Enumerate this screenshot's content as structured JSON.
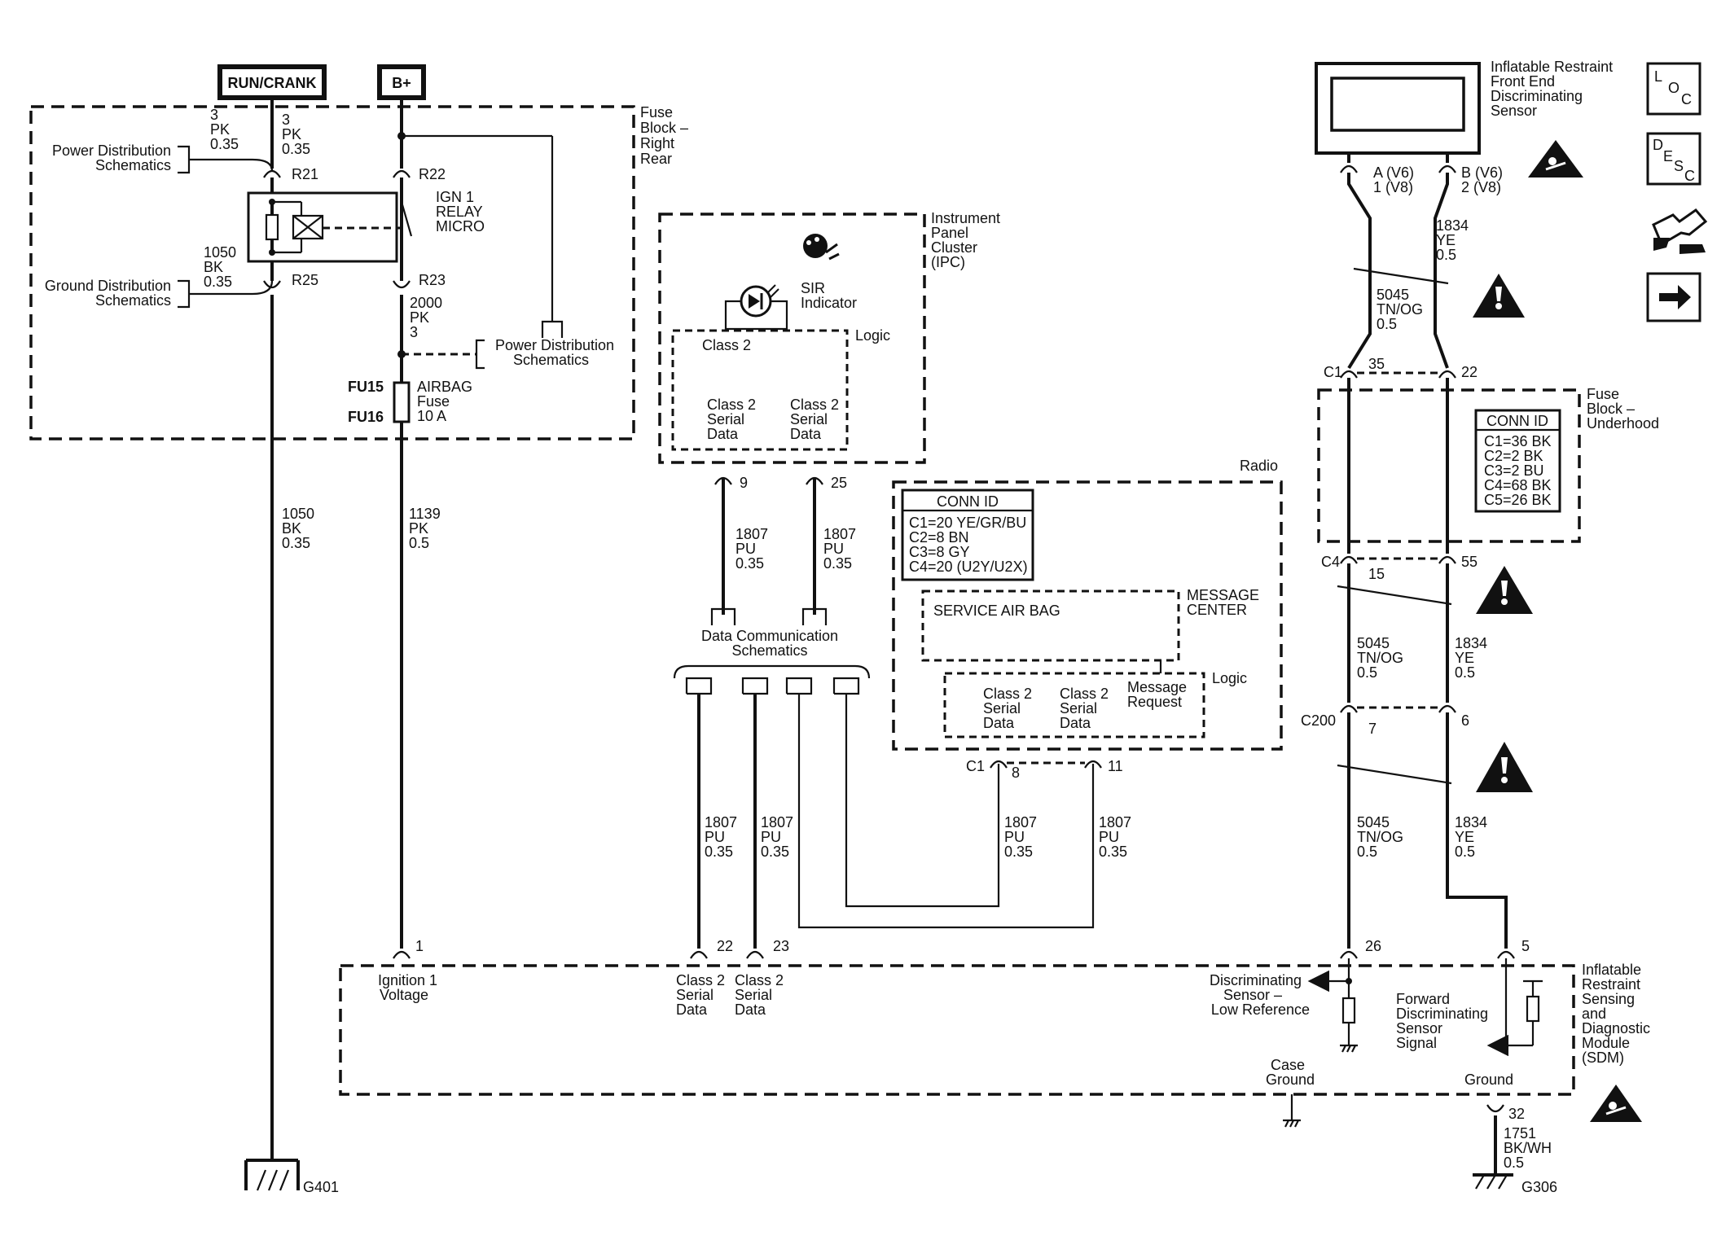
{
  "power": {
    "run_crank": "RUN/CRANK",
    "b_plus": "B+"
  },
  "fuse_block_rear": {
    "l1": "Fuse",
    "l2": "Block –",
    "l3": "Right",
    "l4": "Rear",
    "pds_left_1": "Power Distribution",
    "pds_left_2": "Schematics",
    "gds_1": "Ground Distribution",
    "gds_2": "Schematics",
    "w1_circuit": "3",
    "w1_color": "PK",
    "w1_size": "0.35",
    "w2_circuit": "3",
    "w2_color": "PK",
    "w2_size": "0.35",
    "w3_circuit": "1050",
    "w3_color": "BK",
    "w3_size": "0.35",
    "r21": "R21",
    "r22": "R22",
    "r25": "R25",
    "r23": "R23",
    "relay_1": "IGN 1",
    "relay_2": "RELAY",
    "relay_3": "MICRO",
    "w4_circuit": "2000",
    "w4_color": "PK",
    "w4_size": "3",
    "pds_right_1": "Power Distribution",
    "pds_right_2": "Schematics",
    "fu15": "FU15",
    "fu16": "FU16",
    "fuse_1": "AIRBAG",
    "fuse_2": "Fuse",
    "fuse_3": "10 A"
  },
  "left_wires": {
    "bk_circuit": "1050",
    "bk_color": "BK",
    "bk_size": "0.35",
    "pk_circuit": "1139",
    "pk_color": "PK",
    "pk_size": "0.5",
    "ground": "G401"
  },
  "ipc": {
    "l1": "Instrument",
    "l2": "Panel",
    "l3": "Cluster",
    "l4": "(IPC)",
    "sir_1": "SIR",
    "sir_2": "Indicator",
    "logic": "Logic",
    "class2": "Class 2",
    "sd_a_1": "Class 2",
    "sd_a_2": "Serial",
    "sd_a_3": "Data",
    "sd_b_1": "Class 2",
    "sd_b_2": "Serial",
    "sd_b_3": "Data",
    "pin_9": "9",
    "pin_25": "25"
  },
  "data_comm": {
    "w_a_circuit": "1807",
    "w_a_color": "PU",
    "w_a_size": "0.35",
    "w_b_circuit": "1807",
    "w_b_color": "PU",
    "w_b_size": "0.35",
    "label_1": "Data Communication",
    "label_2": "Schematics",
    "w_c_circuit": "1807",
    "w_c_color": "PU",
    "w_c_size": "0.35",
    "w_d_circuit": "1807",
    "w_d_color": "PU",
    "w_d_size": "0.35",
    "w_e_circuit": "1807",
    "w_e_color": "PU",
    "w_e_size": "0.35",
    "w_f_circuit": "1807",
    "w_f_color": "PU",
    "w_f_size": "0.35"
  },
  "radio": {
    "title": "Radio",
    "conn_title": "CONN ID",
    "conn_1": "C1=20 YE/GR/BU",
    "conn_2": "C2=8 BN",
    "conn_3": "C3=8 GY",
    "conn_4": "C4=20 (U2Y/U2X)",
    "message_1": "MESSAGE",
    "message_2": "CENTER",
    "service": "SERVICE AIR BAG",
    "logic": "Logic",
    "sd_a_1": "Class 2",
    "sd_a_2": "Serial",
    "sd_a_3": "Data",
    "sd_b_1": "Class 2",
    "sd_b_2": "Serial",
    "sd_b_3": "Data",
    "mr_1": "Message",
    "mr_2": "Request",
    "c1": "C1",
    "pin_8": "8",
    "pin_11": "11"
  },
  "sensor": {
    "l1": "Inflatable Restraint",
    "l2": "Front End",
    "l3": "Discriminating",
    "l4": "Sensor",
    "pin_a_1": "A (V6)",
    "pin_a_2": "1 (V8)",
    "pin_b_1": "B (V6)",
    "pin_b_2": "2 (V8)",
    "w_ye_circuit": "1834",
    "w_ye_color": "YE",
    "w_ye_size": "0.5",
    "w_tn_circuit": "5045",
    "w_tn_color": "TN/OG",
    "w_tn_size": "0.5"
  },
  "underhood": {
    "c1": "C1",
    "pin_35": "35",
    "pin_22": "22",
    "l1": "Fuse",
    "l2": "Block –",
    "l3": "Underhood",
    "conn_title": "CONN ID",
    "conn_1": "C1=36 BK",
    "conn_2": "C2=2 BK",
    "conn_3": "C3=2 BU",
    "conn_4": "C4=68 BK",
    "conn_5": "C5=26 BK",
    "c4": "C4",
    "pin_15": "15",
    "pin_55": "55",
    "w_tn_circuit": "5045",
    "w_tn_color": "TN/OG",
    "w_tn_size": "0.5",
    "w_ye_circuit": "1834",
    "w_ye_color": "YE",
    "w_ye_size": "0.5",
    "c200": "C200",
    "pin_7": "7",
    "pin_6": "6",
    "w_tn2_circuit": "5045",
    "w_tn2_color": "TN/OG",
    "w_tn2_size": "0.5",
    "w_ye2_circuit": "1834",
    "w_ye2_color": "YE",
    "w_ye2_size": "0.5"
  },
  "sdm": {
    "l1": "Inflatable",
    "l2": "Restraint",
    "l3": "Sensing",
    "l4": "and",
    "l5": "Diagnostic",
    "l6": "Module",
    "l7": "(SDM)",
    "pin_1": "1",
    "pin_22": "22",
    "pin_23": "23",
    "pin_26": "26",
    "pin_5": "5",
    "pin_32": "32",
    "ign_1": "Ignition 1",
    "ign_2": "Voltage",
    "sd_a_1": "Class 2",
    "sd_a_2": "Serial",
    "sd_a_3": "Data",
    "sd_b_1": "Class 2",
    "sd_b_2": "Serial",
    "sd_b_3": "Data",
    "dsl_1": "Discriminating",
    "dsl_2": "Sensor –",
    "dsl_3": "Low Reference",
    "fds_1": "Forward",
    "fds_2": "Discriminating",
    "fds_3": "Sensor",
    "fds_4": "Signal",
    "case_1": "Case",
    "case_2": "Ground",
    "ground": "Ground",
    "gw_circuit": "1751",
    "gw_color": "BK/WH",
    "gw_size": "0.5",
    "ground_id": "G306"
  },
  "nav": {
    "loc_l": "L",
    "loc_o": "O",
    "loc_c": "C",
    "desc_d": "D",
    "desc_e": "E",
    "desc_s": "S",
    "desc_c": "C"
  }
}
